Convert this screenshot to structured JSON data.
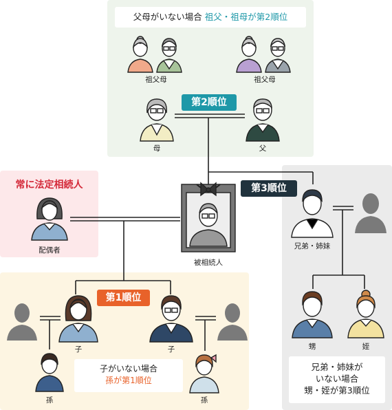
{
  "notes": {
    "top_plain": "父母がいない場合",
    "top_highlight": "祖父・祖母が第2順位",
    "yellow_line1": "子がいない場合",
    "yellow_line2": "孫が第1順位",
    "gray_line1": "兄弟・姉妹が",
    "gray_line2": "いない場合",
    "gray_line3": "甥・姪が第3順位"
  },
  "badges": {
    "rank2": "第2順位",
    "rank3": "第3順位",
    "rank1": "第1順位",
    "always": "常に法定相続人"
  },
  "labels": {
    "grandparents_left": "祖父母",
    "grandparents_right": "祖父母",
    "mother": "母",
    "father": "父",
    "deceased": "被相続人",
    "spouse": "配偶者",
    "siblings": "兄弟・姉妹",
    "child_left": "子",
    "child_right": "子",
    "grandchild_left": "孫",
    "grandchild_right": "孫",
    "nephew": "甥",
    "niece": "姪"
  },
  "colors": {
    "rank1": "#e8622a",
    "rank2": "#1e98a8",
    "rank3": "#20323d",
    "always": "#d42a3a"
  }
}
